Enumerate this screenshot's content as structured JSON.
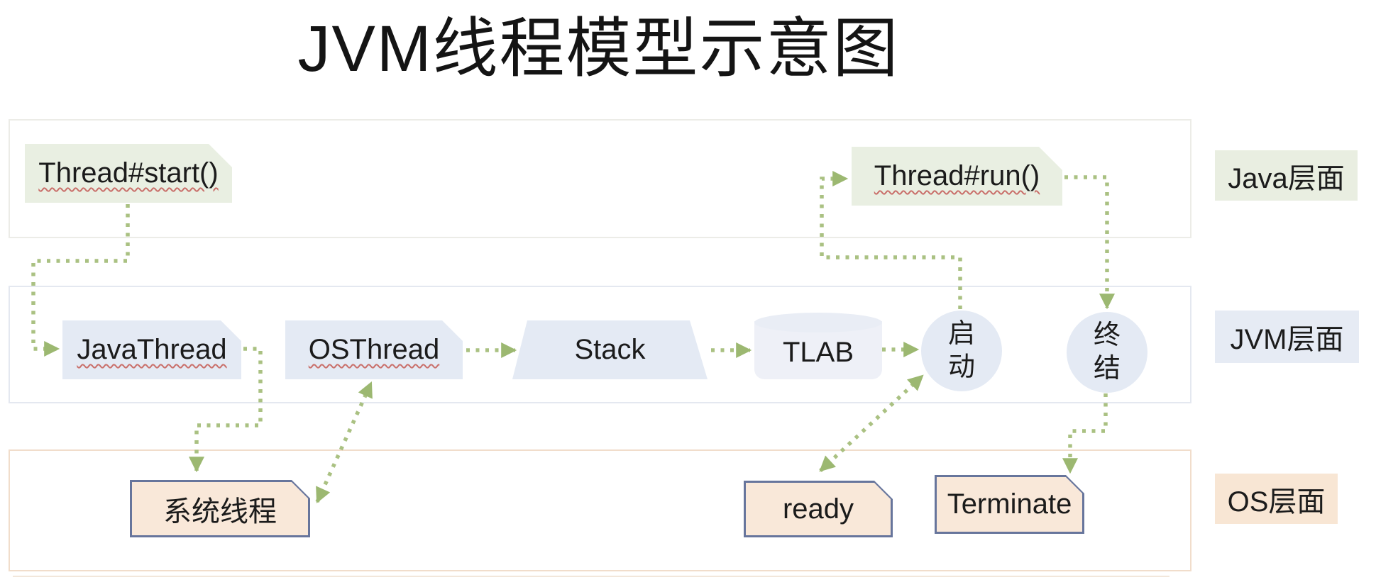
{
  "title": "JVM线程模型示意图",
  "layers": {
    "java": {
      "label": "Java层面"
    },
    "jvm": {
      "label": "JVM层面"
    },
    "os": {
      "label": "OS层面"
    }
  },
  "nodes": {
    "thread_start": {
      "label": "Thread#start()",
      "shape": "card",
      "layer": "java"
    },
    "thread_run": {
      "label": "Thread#run()",
      "shape": "card",
      "layer": "java"
    },
    "java_thread": {
      "label": "JavaThread",
      "shape": "card",
      "layer": "jvm"
    },
    "os_thread": {
      "label": "OSThread",
      "shape": "card",
      "layer": "jvm"
    },
    "stack": {
      "label": "Stack",
      "shape": "trapezoid",
      "layer": "jvm"
    },
    "tlab": {
      "label": "TLAB",
      "shape": "cylinder",
      "layer": "jvm"
    },
    "qi_dong": {
      "label": "启动",
      "shape": "circle",
      "layer": "jvm"
    },
    "zhong_jie": {
      "label": "终结",
      "shape": "circle",
      "layer": "jvm"
    },
    "system_thread": {
      "label": "系统线程",
      "shape": "bordered-card",
      "layer": "os"
    },
    "ready": {
      "label": "ready",
      "shape": "bordered-card",
      "layer": "os"
    },
    "terminate": {
      "label": "Terminate",
      "shape": "bordered-card",
      "layer": "os"
    }
  },
  "edges": [
    {
      "from": "thread_start",
      "to": "java_thread",
      "style": "dotted",
      "bidirectional": false
    },
    {
      "from": "java_thread",
      "to": "system_thread",
      "style": "dotted",
      "bidirectional": false
    },
    {
      "from": "system_thread",
      "to": "os_thread",
      "style": "dotted",
      "bidirectional": true
    },
    {
      "from": "os_thread",
      "to": "stack",
      "style": "dotted",
      "bidirectional": false
    },
    {
      "from": "stack",
      "to": "tlab",
      "style": "dotted",
      "bidirectional": false
    },
    {
      "from": "tlab",
      "to": "qi_dong",
      "style": "dotted",
      "bidirectional": false
    },
    {
      "from": "qi_dong",
      "to": "thread_run",
      "style": "dotted",
      "bidirectional": false
    },
    {
      "from": "thread_run",
      "to": "zhong_jie",
      "style": "dotted",
      "bidirectional": false
    },
    {
      "from": "qi_dong",
      "to": "ready",
      "style": "dotted",
      "bidirectional": true
    },
    {
      "from": "zhong_jie",
      "to": "terminate",
      "style": "dotted",
      "bidirectional": false
    }
  ],
  "colors": {
    "java_node_fill": "#e9efe2",
    "jvm_node_fill": "#e4eaf4",
    "os_node_fill": "#f9e8d9",
    "os_node_border": "#67759c",
    "arrow_dots": "#aac182",
    "arrow_head": "#9cb871",
    "spellcheck_underline": "#c96f6a"
  }
}
